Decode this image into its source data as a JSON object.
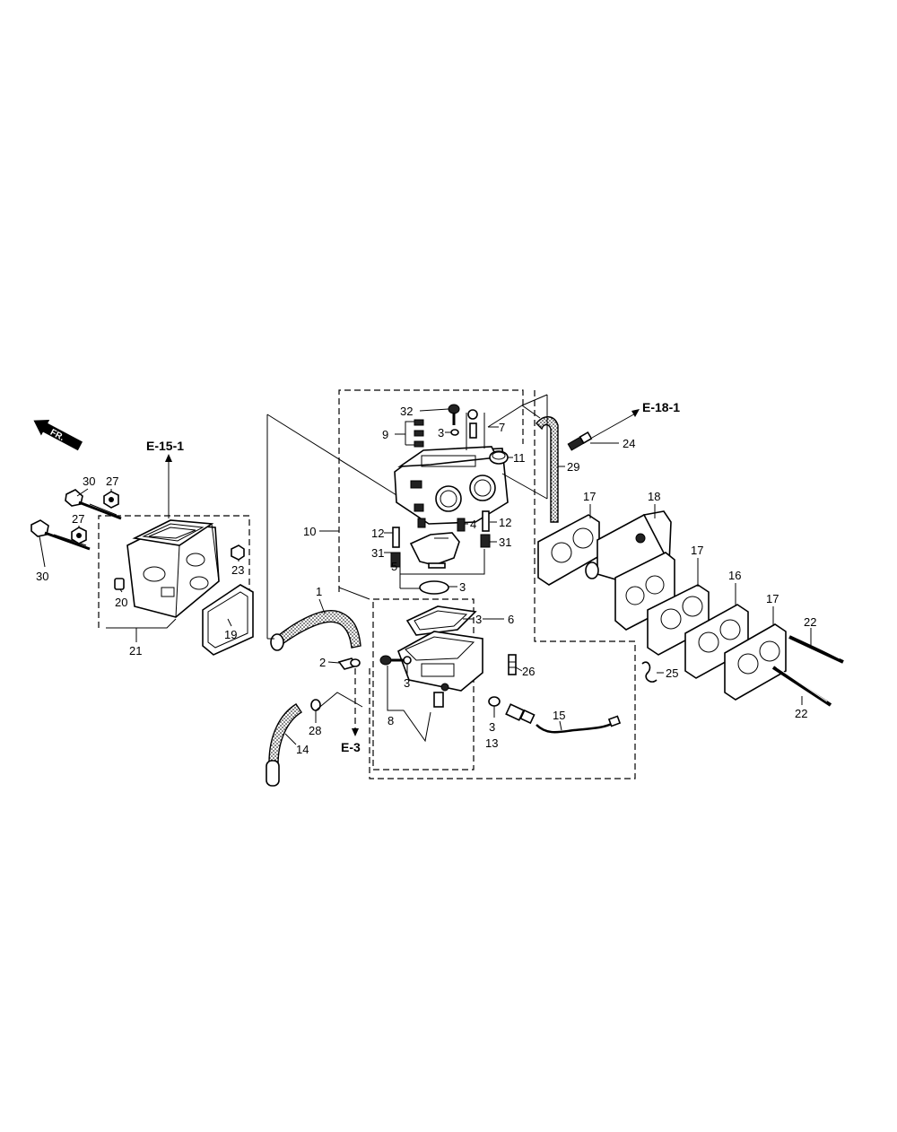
{
  "direction_indicator": {
    "label": "FR."
  },
  "refs": {
    "top_left": "E-15-1",
    "top_right": "E-18-1",
    "bottom": "E-3"
  },
  "callouts": {
    "c1": "1",
    "c2": "2",
    "c3a": "3",
    "c3b": "3",
    "c3c": "3",
    "c3d": "3",
    "c3e": "3",
    "c4": "4",
    "c5": "5",
    "c6": "6",
    "c7": "7",
    "c8": "8",
    "c9": "9",
    "c10": "10",
    "c11": "11",
    "c12a": "12",
    "c12b": "12",
    "c13": "13",
    "c14": "14",
    "c15": "15",
    "c16": "16",
    "c17a": "17",
    "c17b": "17",
    "c17c": "17",
    "c18": "18",
    "c19": "19",
    "c20": "20",
    "c21": "21",
    "c22a": "22",
    "c22b": "22",
    "c23": "23",
    "c24": "24",
    "c25": "25",
    "c26": "26",
    "c27a": "27",
    "c27b": "27",
    "c28": "28",
    "c29": "29",
    "c30a": "30",
    "c30b": "30",
    "c31a": "31",
    "c31b": "31",
    "c32": "32"
  }
}
